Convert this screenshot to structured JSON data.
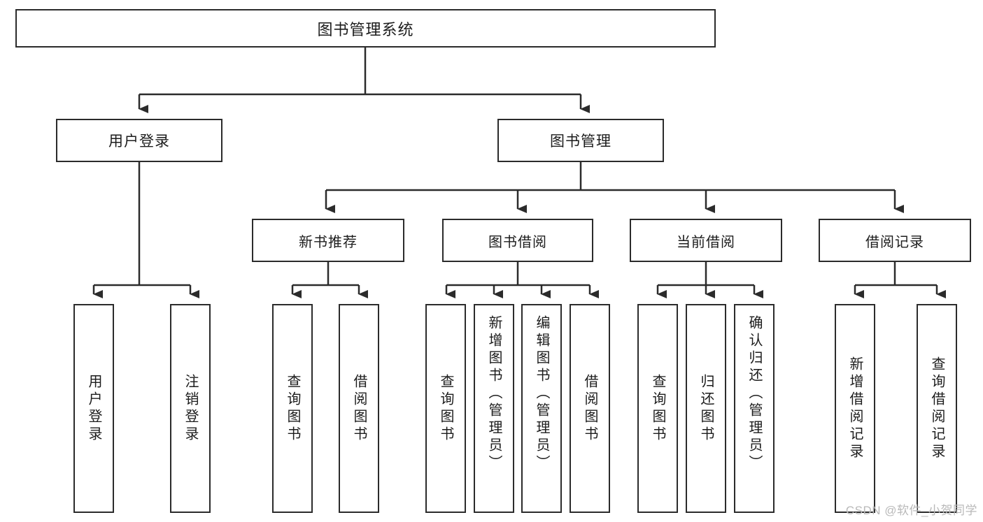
{
  "diagram": {
    "type": "tree-hierarchy-chart",
    "title": "图书管理系统",
    "root": {
      "id": "root",
      "label": "图书管理系统"
    },
    "level1": [
      {
        "id": "user-login",
        "label": "用户登录"
      },
      {
        "id": "book-manage",
        "label": "图书管理"
      }
    ],
    "level2": [
      {
        "id": "new-book-rec",
        "label": "新书推荐",
        "parent": "book-manage"
      },
      {
        "id": "book-borrow",
        "label": "图书借阅",
        "parent": "book-manage"
      },
      {
        "id": "current-borrow",
        "label": "当前借阅",
        "parent": "book-manage"
      },
      {
        "id": "borrow-record",
        "label": "借阅记录",
        "parent": "book-manage"
      }
    ],
    "leaves": [
      {
        "id": "leaf-user-login",
        "label": "用户登录",
        "parent": "user-login"
      },
      {
        "id": "leaf-logout-login",
        "label": "注销登录",
        "parent": "user-login"
      },
      {
        "id": "leaf-query-book-1",
        "label": "查询图书",
        "parent": "new-book-rec"
      },
      {
        "id": "leaf-borrow-book-1",
        "label": "借阅图书",
        "parent": "new-book-rec"
      },
      {
        "id": "leaf-query-book-2",
        "label": "查询图书",
        "parent": "book-borrow"
      },
      {
        "id": "leaf-add-book",
        "label": "新增图书（管理员）",
        "parent": "book-borrow"
      },
      {
        "id": "leaf-edit-book",
        "label": "编辑图书（管理员）",
        "parent": "book-borrow"
      },
      {
        "id": "leaf-borrow-book-2",
        "label": "借阅图书",
        "parent": "book-borrow"
      },
      {
        "id": "leaf-query-book-3",
        "label": "查询图书",
        "parent": "current-borrow"
      },
      {
        "id": "leaf-return-book",
        "label": "归还图书",
        "parent": "current-borrow"
      },
      {
        "id": "leaf-confirm-return",
        "label": "确认归还（管理员）",
        "parent": "current-borrow"
      },
      {
        "id": "leaf-add-record",
        "label": "新增借阅记录",
        "parent": "borrow-record"
      },
      {
        "id": "leaf-query-record",
        "label": "查询借阅记录",
        "parent": "borrow-record"
      }
    ],
    "colors": {
      "stroke": "#2b2b2b",
      "fill": "#ffffff",
      "text": "#1c1c1c",
      "watermark": "#b9b9b9"
    }
  },
  "watermark": {
    "text": "CSDN @软件_小贺同学"
  }
}
